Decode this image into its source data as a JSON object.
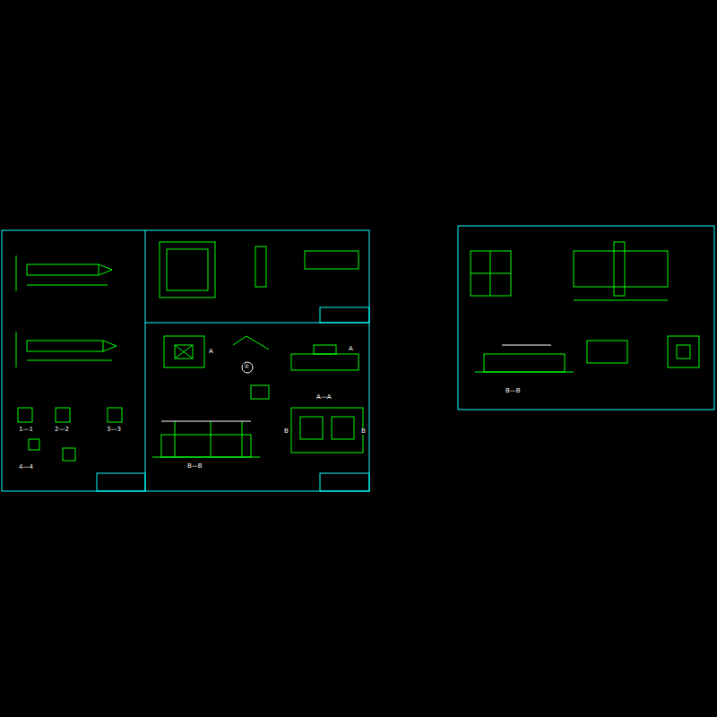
{
  "diagram": {
    "labels": [
      "1—1",
      "2—2",
      "3—3",
      "4—4",
      "A",
      "A",
      "①",
      "A—A",
      "B",
      "B",
      "B—B",
      "B—B"
    ]
  }
}
